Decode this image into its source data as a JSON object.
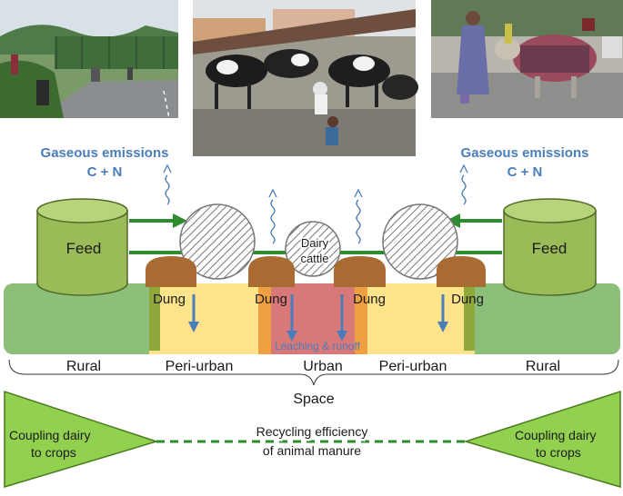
{
  "photos": [
    {
      "id": "rural-road-photo",
      "desc": "photo-roadside-grazing"
    },
    {
      "id": "urban-dairy-photo",
      "desc": "photo-urban-dairy-shed"
    },
    {
      "id": "street-cow-photo",
      "desc": "photo-decorated-cow"
    }
  ],
  "emissions": {
    "left_line1": "Gaseous emissions",
    "left_line2": "C + N",
    "right_line1": "Gaseous emissions",
    "right_line2": "C + N"
  },
  "feed": {
    "left": "Feed",
    "right": "Feed"
  },
  "center_cattle": {
    "line1": "Dairy",
    "line2": "cattle"
  },
  "dung": {
    "d1": "Dung",
    "d2": "Dung",
    "d3": "Dung",
    "d4": "Dung"
  },
  "leaching": "Leaching & runoff",
  "zones": {
    "z1": "Rural",
    "z2": "Peri-urban",
    "z3": "Urban",
    "z4": "Peri-urban",
    "z5": "Rural"
  },
  "space": "Space",
  "coupling": {
    "left_l1": "Coupling dairy",
    "left_l2": "to crops",
    "right_l1": "Coupling dairy",
    "right_l2": "to crops"
  },
  "recycling": {
    "l1": "Recycling efficiency",
    "l2": "of animal manure"
  },
  "colors": {
    "green_band": "#8cc07a",
    "yellow_zone": "#fde38a",
    "orange_zone": "#f0a040",
    "red_zone": "#d97878",
    "feed_fill": "#9bbb59",
    "feed_top": "#b8d47a",
    "arrow_green": "#2e8b2e",
    "dung_brown": "#a86b32",
    "blue_arrow": "#4a7ebb",
    "emission_text": "#4a7ebb",
    "triangle": "#92d050"
  }
}
